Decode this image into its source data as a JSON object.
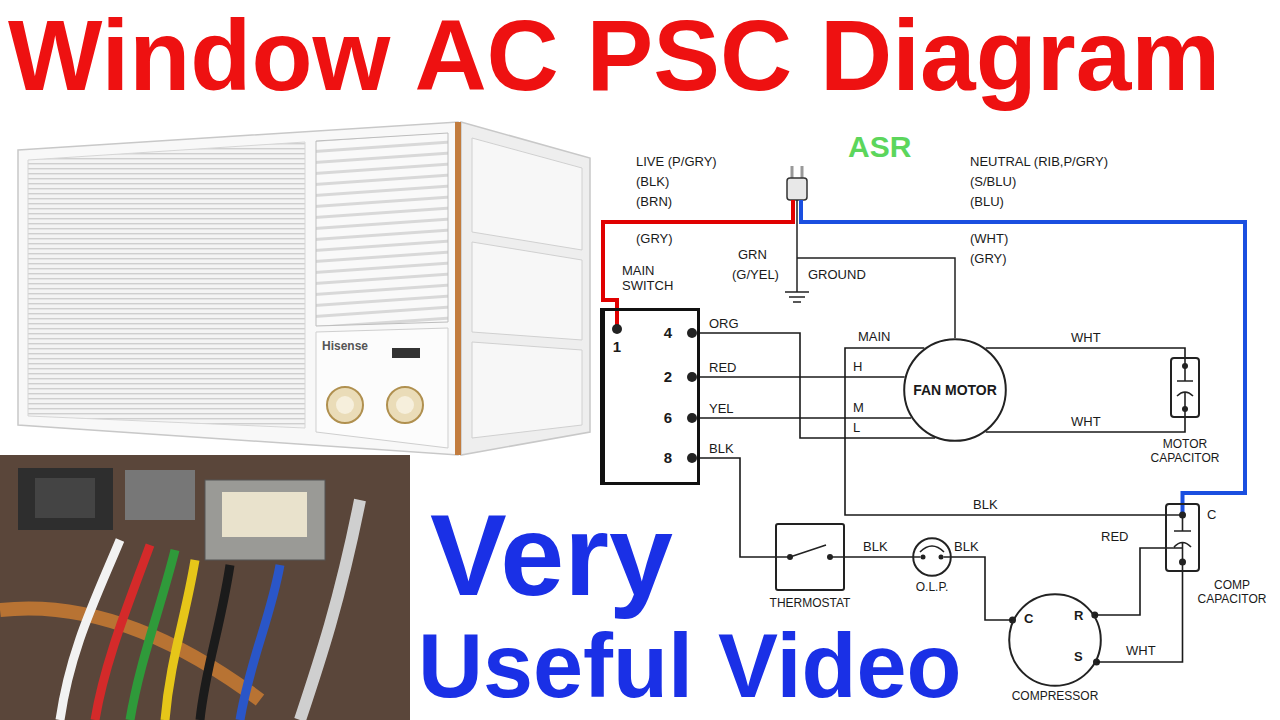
{
  "diagram": {
    "title": "Window AC PSC Diagram",
    "nodes": [
      {
        "text": [
          "MAIN SWITCH",
          "1",
          "4",
          "2",
          "6",
          "8"
        ]
      },
      {
        "text": [
          "FAN MOTOR"
        ]
      },
      {
        "text": [
          "MOTOR CAPACITOR"
        ]
      },
      {
        "text": [
          "C",
          "COMP CAPACITOR"
        ]
      },
      {
        "text": [
          "THERMOSTAT"
        ]
      },
      {
        "text": [
          "O.L.P."
        ]
      },
      {
        "text": [
          "C",
          "R",
          "S",
          "COMPRESSOR"
        ]
      }
    ],
    "edges": [
      {
        "from": 0,
        "to": 1,
        "arrow": "none",
        "label": "ORG"
      },
      {
        "from": 0,
        "to": 1,
        "arrow": "none",
        "label": "RED"
      },
      {
        "from": 0,
        "to": 1,
        "arrow": "none",
        "label": "YEL"
      },
      {
        "from": 0,
        "to": 4,
        "arrow": "none",
        "label": "BLK"
      },
      {
        "from": 1,
        "to": 2,
        "arrow": "none",
        "label": "WHT"
      },
      {
        "from": 1,
        "to": 2,
        "arrow": "none",
        "label": "WHT"
      },
      {
        "from": 1,
        "to": 3,
        "arrow": "none",
        "label": "BLK"
      },
      {
        "from": 4,
        "to": 5,
        "arrow": "none",
        "label": "BLK"
      },
      {
        "from": 5,
        "to": 6,
        "arrow": "none",
        "label": "BLK"
      },
      {
        "from": 3,
        "to": 6,
        "arrow": "none",
        "label": "RED"
      },
      {
        "from": 3,
        "to": 6,
        "arrow": "none",
        "label": "WHT"
      }
    ],
    "labels": [
      "ASR",
      "LIVE (P/GRY)",
      "(BLK)",
      "(BRN)",
      "(GRY)",
      "NEUTRAL (RIB,P/GRY)",
      "(S/BLU)",
      "(BLU)",
      "(WHT)",
      "(GRY)",
      "GRN",
      "(G/YEL)",
      "GROUND",
      "MAIN",
      "H",
      "M",
      "L",
      "Hisense",
      "Very",
      "Useful Video"
    ]
  }
}
